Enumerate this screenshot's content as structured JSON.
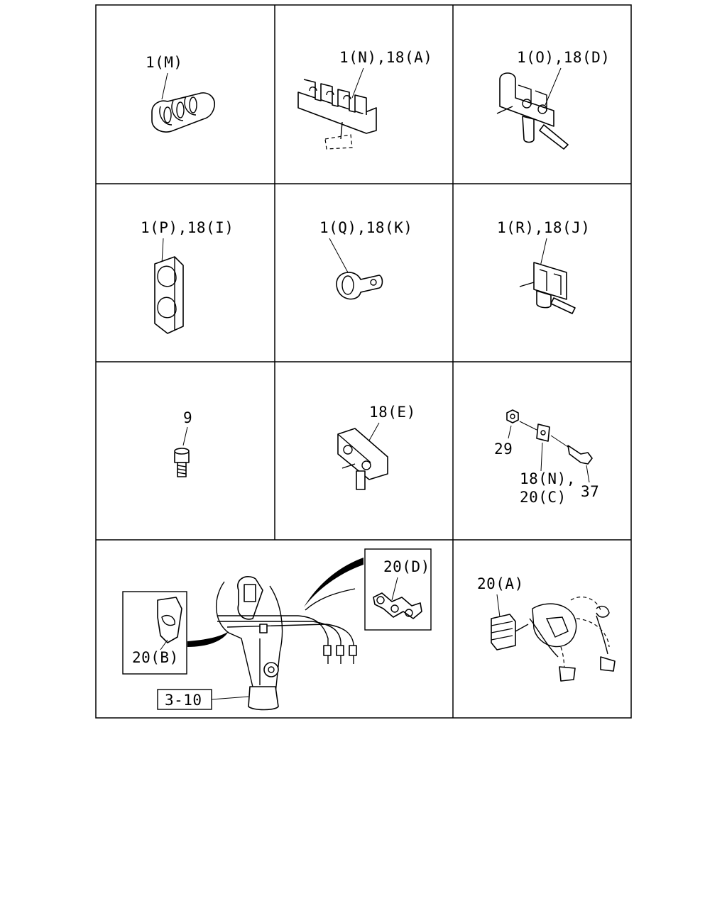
{
  "labels": {
    "cell_1": "1(M)",
    "cell_2": "1(N),18(A)",
    "cell_3": "1(O),18(D)",
    "cell_4": "1(P),18(I)",
    "cell_5": "1(Q),18(K)",
    "cell_6": "1(R),18(J)",
    "cell_7": "9",
    "cell_8": "18(E)",
    "cell_9_nut": "29",
    "cell_9_washer_line1": "18(N),",
    "cell_9_washer_line2": "20(C)",
    "cell_9_bolt": "37",
    "cell_10_clip_d": "20(D)",
    "cell_10_clip_b": "20(B)",
    "cell_10_ref": "3-10",
    "cell_11": "20(A)"
  }
}
